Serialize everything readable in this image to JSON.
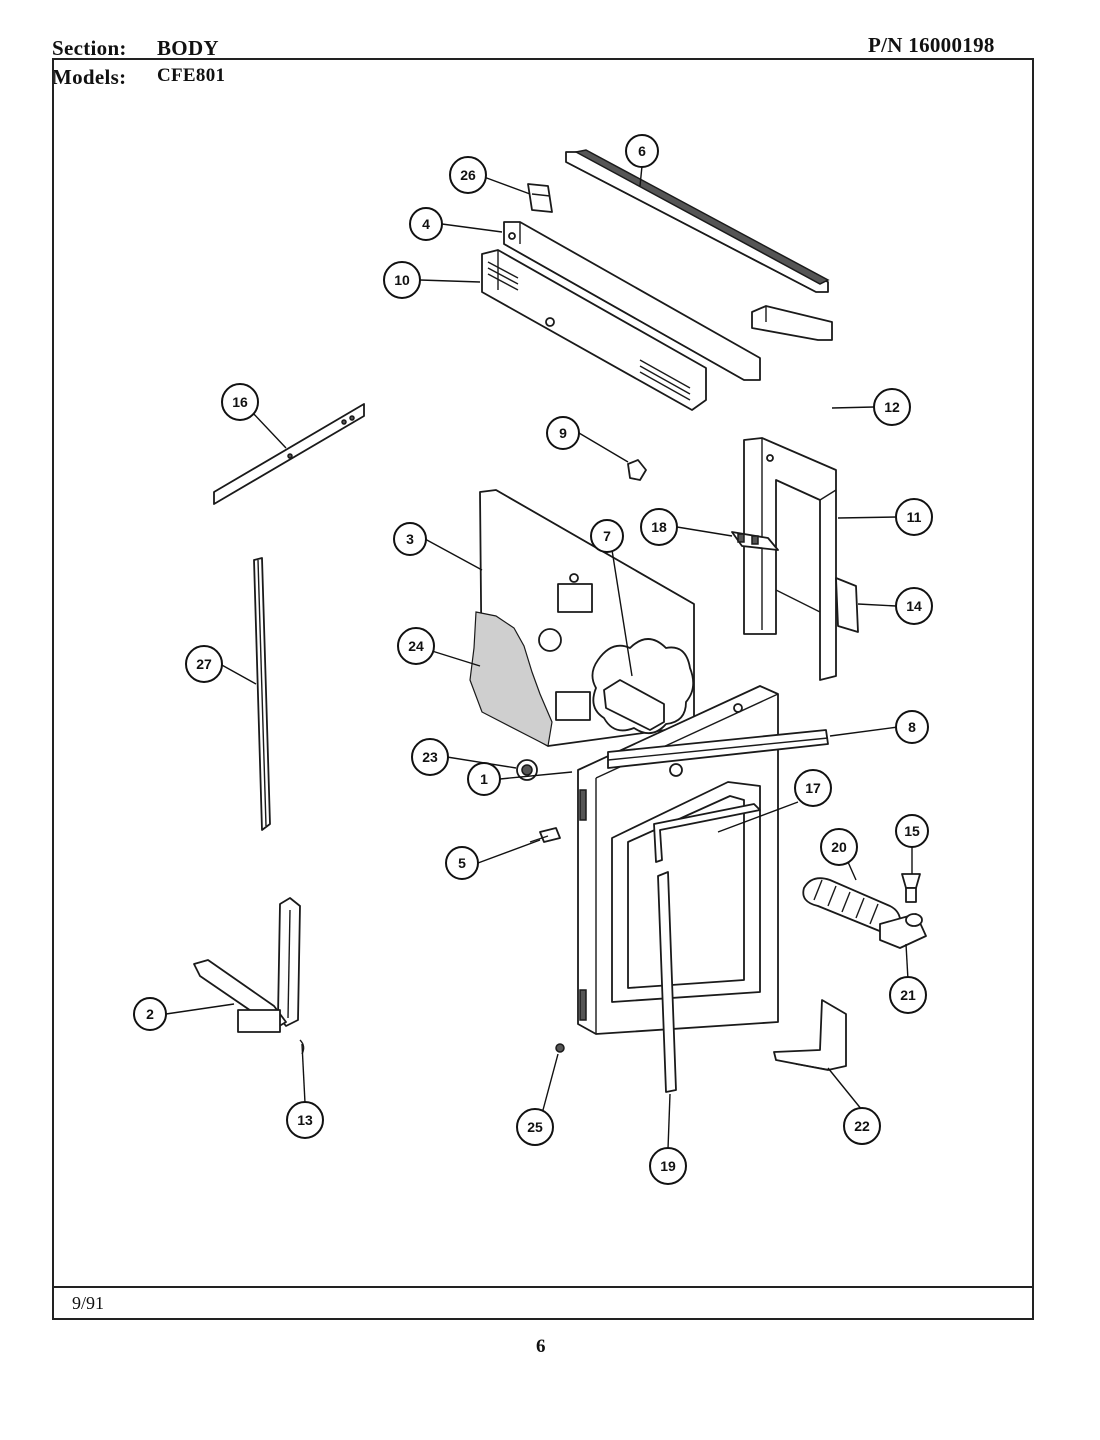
{
  "header": {
    "section_label": "Section:",
    "section_value": "BODY",
    "models_label": "Models:",
    "models_value": "CFE801",
    "part_number": "P/N 16000198"
  },
  "footer": {
    "date": "9/91",
    "page_number": "6"
  },
  "callouts": [
    "1",
    "2",
    "3",
    "4",
    "5",
    "6",
    "7",
    "8",
    "9",
    "10",
    "11",
    "12",
    "13",
    "14",
    "15",
    "16",
    "17",
    "18",
    "19",
    "20",
    "21",
    "22",
    "23",
    "24",
    "25",
    "26",
    "27"
  ]
}
